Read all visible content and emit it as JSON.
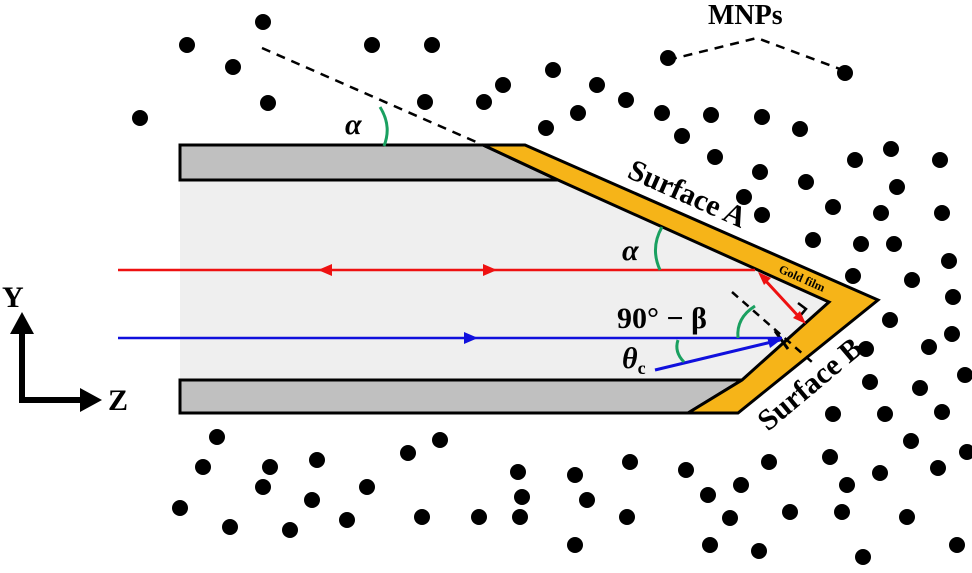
{
  "labels": {
    "mnps": "MNPs",
    "surface_a": "Surface A",
    "surface_b": "Surface B",
    "gold_film": "Gold film",
    "alpha": "α",
    "angle_90_beta": "90° − β",
    "theta": "θ",
    "theta_sub": "c",
    "axis_y": "Y",
    "axis_z": "Z"
  },
  "colors": {
    "cladding": "#c0c0c0",
    "core": "#efefef",
    "gold": "#f6b418",
    "red_ray": "#ee1111",
    "blue_ray": "#1010dd",
    "angle_arc": "#1aa060",
    "particle": "#000000"
  },
  "particle_count": 92
}
